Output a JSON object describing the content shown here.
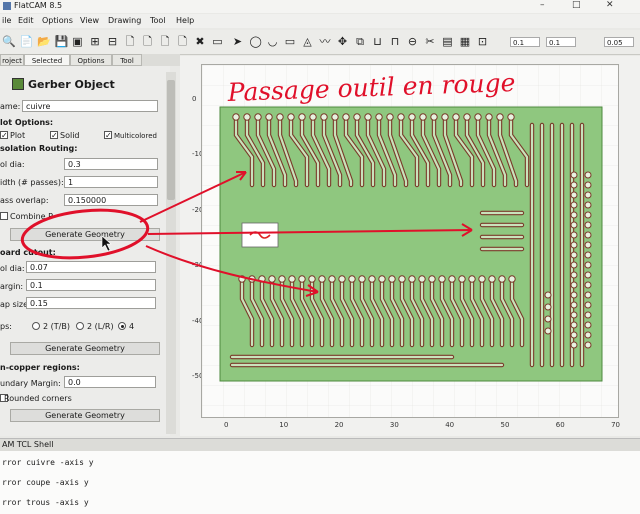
{
  "window": {
    "title": "FlatCAM 8.5",
    "minimize": "–",
    "maximize": "□",
    "close": "✕"
  },
  "menu": [
    "ile",
    "Edit",
    "Options",
    "View",
    "Drawing",
    "Tool",
    "Help"
  ],
  "toolbar": {
    "icons": [
      "zoom-icon",
      "new-icon",
      "open-icon",
      "save-icon",
      "zoom-fit-icon",
      "zoom-in-icon",
      "zoom-out-icon",
      "page-icon",
      "page-new-icon",
      "page-edit-icon",
      "page-open-icon",
      "delete-icon",
      "shell-icon",
      "pointer-icon",
      "circle-tool-icon",
      "arc-tool-icon",
      "rectangle-tool-icon",
      "polygon-tool-icon",
      "path-tool-icon",
      "move-icon",
      "copy-icon",
      "union-icon",
      "intersect-icon",
      "subtract-icon",
      "cut-icon",
      "paint-icon",
      "grid-snap-icon",
      "corner-snap-icon"
    ],
    "icon_glyphs": [
      "🔍",
      "📄",
      "📂",
      "💾",
      "▣",
      "⊞",
      "⊟",
      "🗋",
      "🗋",
      "🗋",
      "🗋",
      "✖",
      "▭",
      "➤",
      "◯",
      "◡",
      "▭",
      "◬",
      "〰",
      "✥",
      "⧉",
      "⊔",
      "⊓",
      "⊖",
      "✂",
      "▤",
      "▦",
      "⊡"
    ],
    "grid_x": "0.1",
    "grid_y": "0.1",
    "snap_max": "0.05"
  },
  "tabs": [
    "roject",
    "Selected",
    "Options",
    "Tool"
  ],
  "panel": {
    "heading": "Gerber Object",
    "name_label": "ame:",
    "name_value": "cuivre",
    "plot_options": "lot Options:",
    "plot_cb": "Plot",
    "solid_cb": "Solid",
    "multicolored_cb": "Multicolored",
    "isolation": "solation Routing:",
    "tool_dia_label": "ol dia:",
    "tool_dia_value": "0.3",
    "width_label": "idth (# passes):",
    "width_value": "1",
    "overlap_label": "ass overlap:",
    "overlap_value": "0.150000",
    "combine_label": "Combine P",
    "gen_geom_1": "Generate Geometry",
    "board_cutout": "oard cutout:",
    "cut_dia_label": "ol dia:",
    "cut_dia_value": "0.07",
    "margin_label": "argin:",
    "margin_value": "0.1",
    "gap_label": "ap size:",
    "gap_value": "0.15",
    "gaps_label": "ps:",
    "gap_opt1": "2 (T/B)",
    "gap_opt2": "2 (L/R)",
    "gap_opt3": "4",
    "gen_geom_2": "Generate Geometry",
    "noncopper": "n-copper regions:",
    "boundary_label": "undary Margin:",
    "boundary_value": "0.0",
    "rounded_label": "Rounded corners",
    "gen_geom_3": "Generate Geometry"
  },
  "plot": {
    "y_ticks": [
      "0",
      "-10",
      "-20",
      "-30",
      "-40",
      "-50"
    ],
    "x_ticks": [
      "0",
      "10",
      "20",
      "30",
      "40",
      "50",
      "60",
      "70"
    ],
    "annotation": "Passage outil en rouge"
  },
  "shell": {
    "title": "AM TCL Shell",
    "lines": [
      "rror cuivre -axis y",
      "rror coupe -axis y",
      "rror trous -axis y"
    ]
  }
}
